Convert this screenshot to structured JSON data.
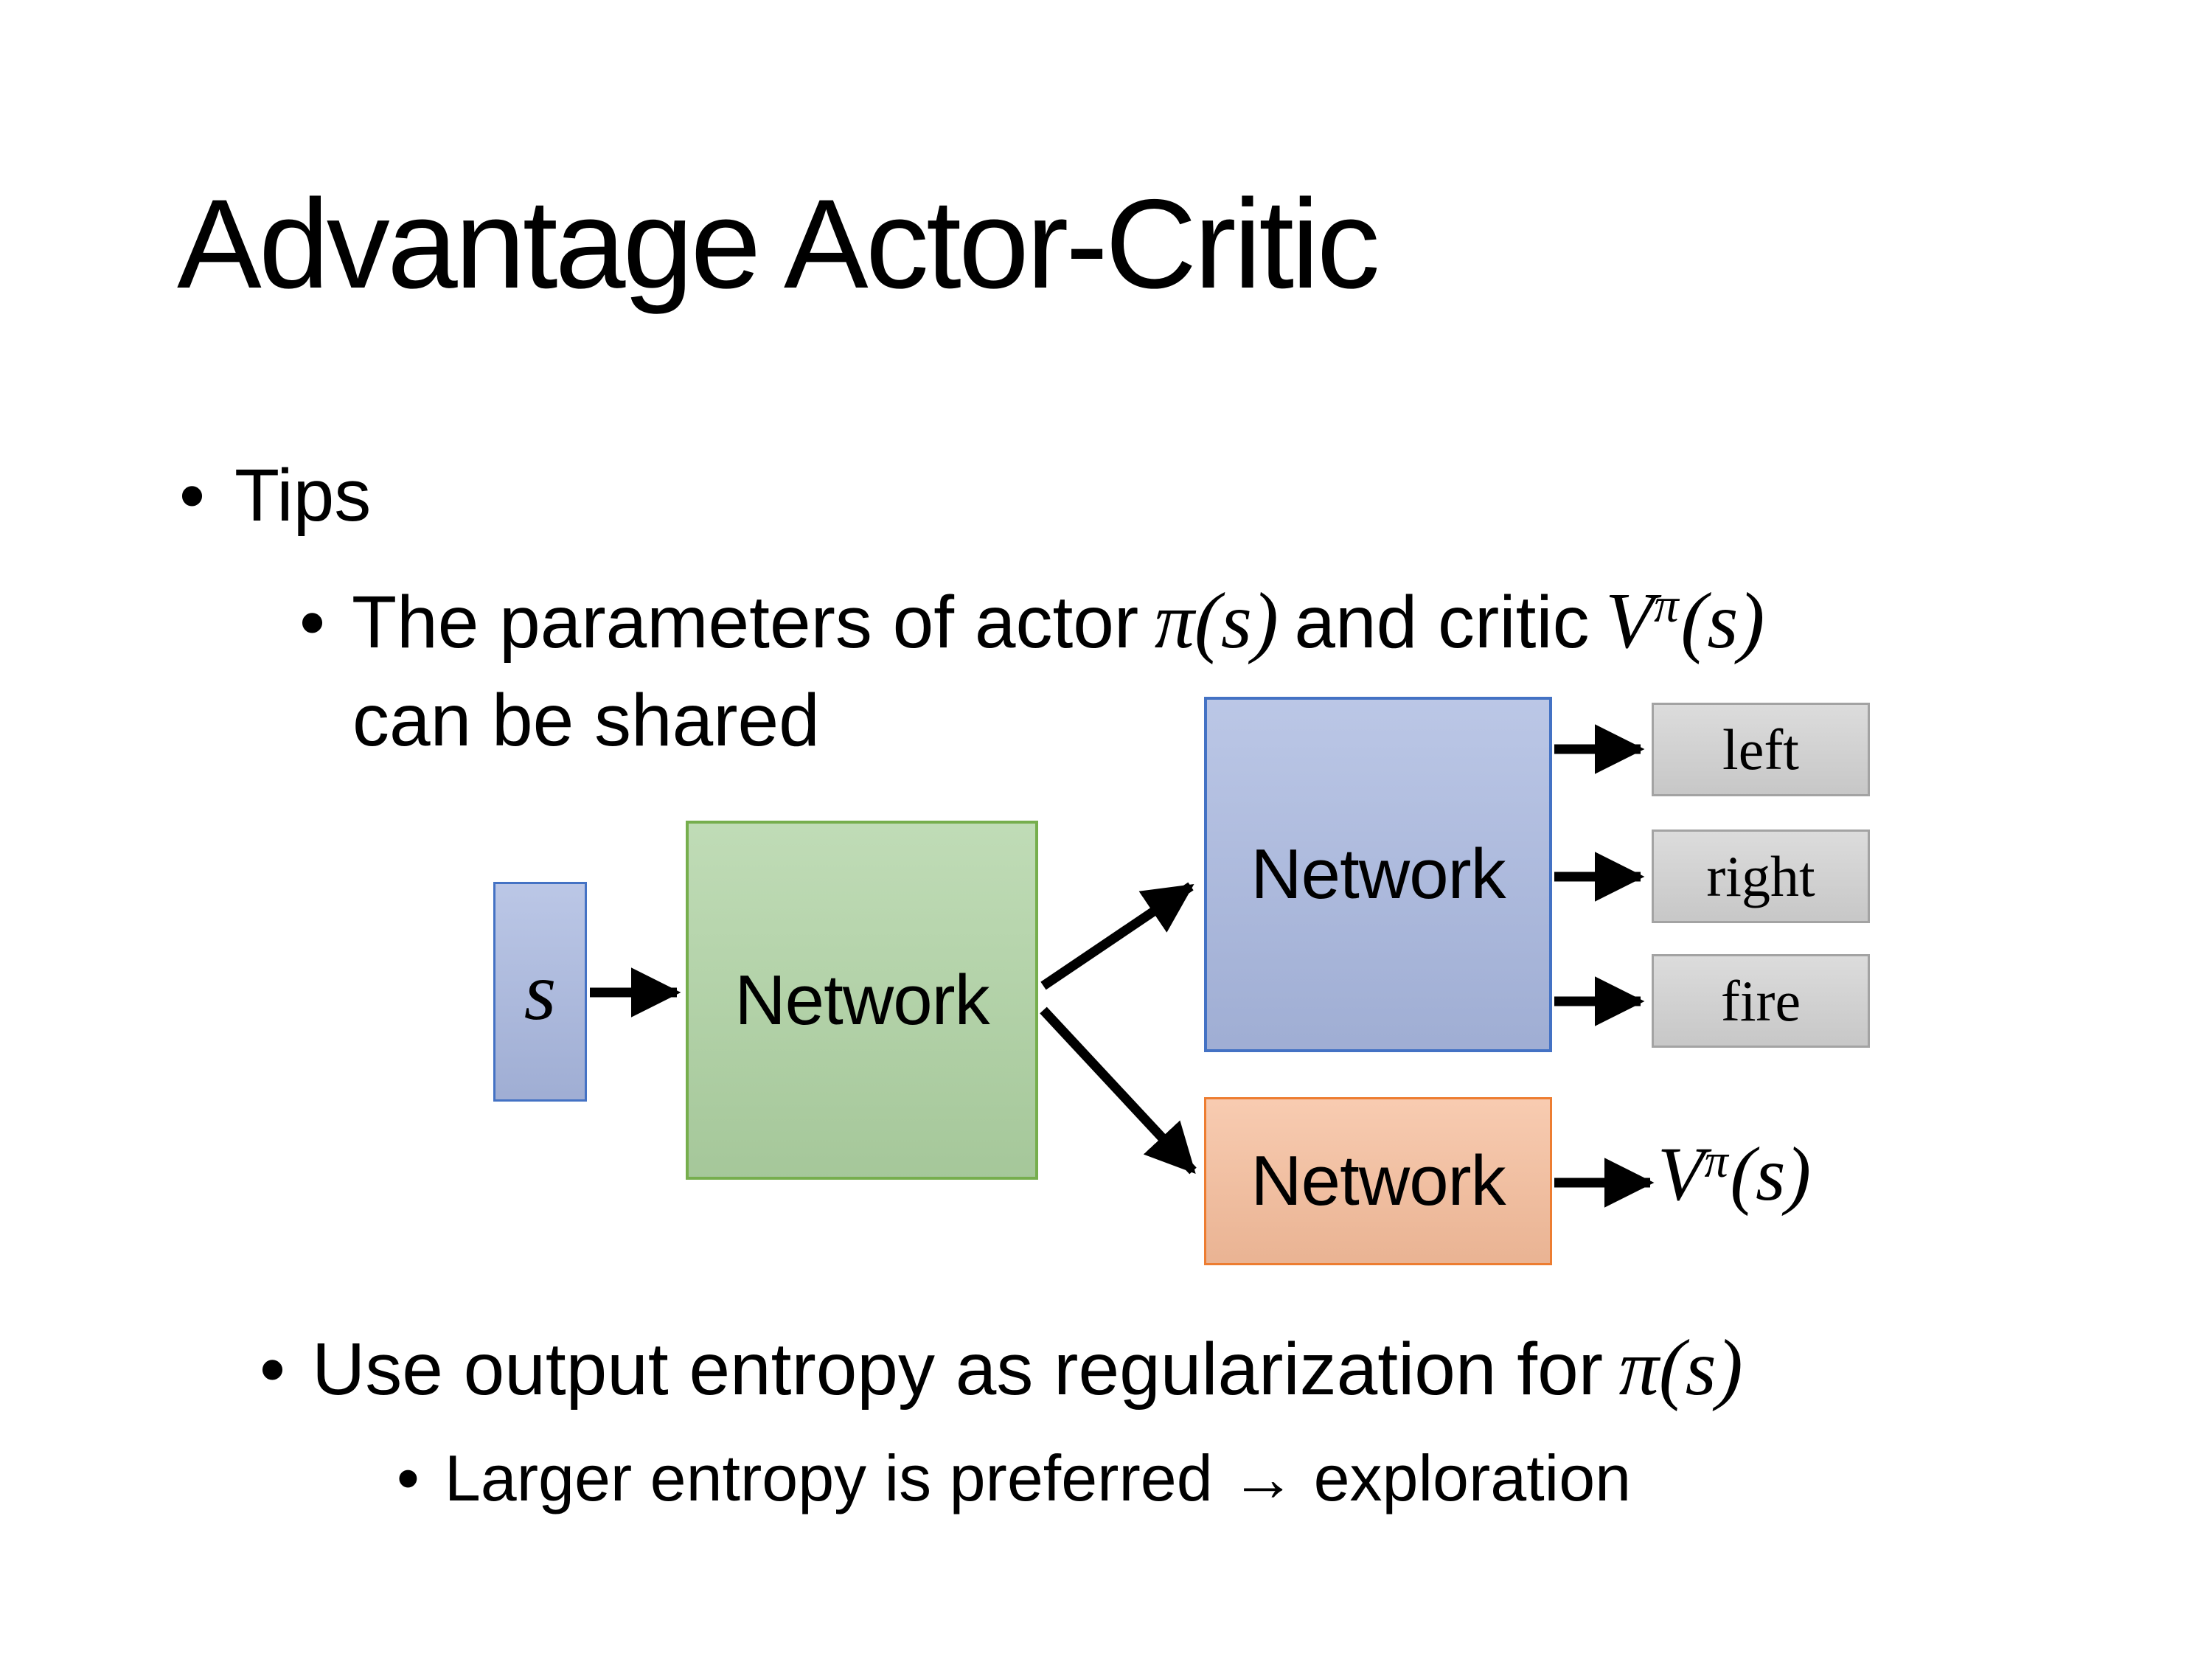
{
  "slide": {
    "title": "Advantage Actor-Critic",
    "bullet_glyph": "•",
    "bullets": {
      "tips": "Tips",
      "shared_line1_text1": "The parameters of actor",
      "shared_line1_math1": "π(s)",
      "shared_line1_text2": " and critic",
      "shared_line1_math2_base": "V",
      "shared_line1_math2_sup": "π",
      "shared_line1_math2_args": "(s)",
      "shared_line2": "can be shared",
      "entropy_text": "Use output entropy as regularization for",
      "entropy_math": "π(s)",
      "exploration": "Larger entropy is preferred → exploration"
    },
    "diagram": {
      "state_label": "s",
      "shared_network_label": "Network",
      "actor_network_label": "Network",
      "critic_network_label": "Network",
      "action_labels": [
        "left",
        "right",
        "fire"
      ],
      "critic_output_base": "V",
      "critic_output_sup": "π",
      "critic_output_args": "(s)"
    },
    "colors": {
      "background": "#FFFFFF",
      "text": "#000000",
      "state_fill": "#A8B7DF",
      "state_border": "#4472C4",
      "shared_fill": "#AED2A2",
      "shared_border": "#76AE4D",
      "actor_fill": "#A8B7DF",
      "actor_border": "#4472C4",
      "critic_fill": "#F6BD9B",
      "critic_border": "#ED7D31",
      "action_fill": "#D2D2D2",
      "action_border": "#A3A3A3",
      "arrow": "#000000"
    }
  }
}
